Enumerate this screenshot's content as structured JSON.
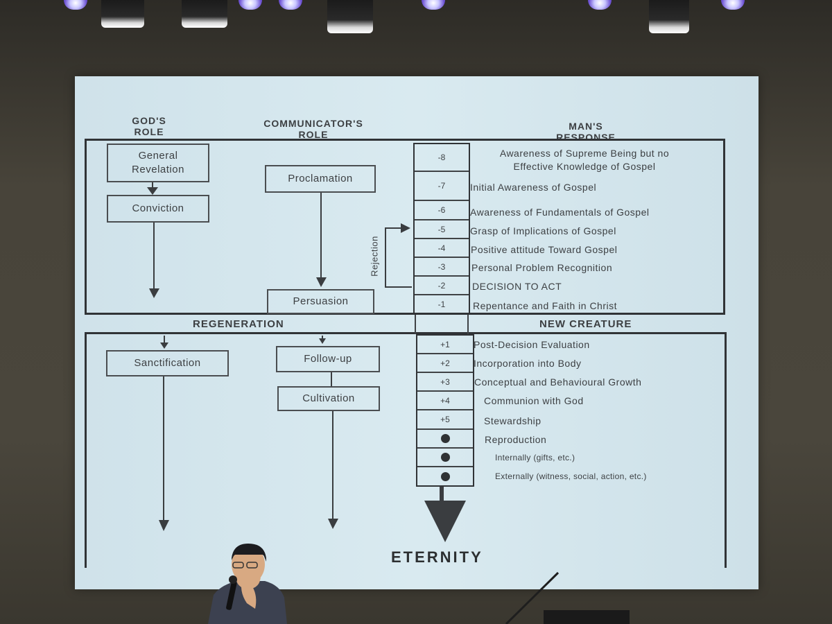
{
  "headers": {
    "gods_role_l1": "GOD'S",
    "gods_role_l2": "ROLE",
    "communicator_l1": "COMMUNICATOR'S",
    "communicator_l2": "ROLE",
    "mans_l1": "MAN'S",
    "mans_l2": "RESPONSE"
  },
  "gods_boxes": {
    "general_revelation_l1": "General",
    "general_revelation_l2": "Revelation",
    "conviction": "Conviction",
    "sanctification": "Sanctification"
  },
  "communicator_boxes": {
    "proclamation": "Proclamation",
    "persuasion": "Persuasion",
    "follow_up": "Follow-up",
    "cultivation": "Cultivation"
  },
  "rejection_label": "Rejection",
  "scale_pre": [
    {
      "num": "-8",
      "text_l1": "Awareness of Supreme Being but no",
      "text_l2": "Effective Knowledge of Gospel"
    },
    {
      "num": "-7",
      "text_l1": "Initial Awareness of Gospel"
    },
    {
      "num": "-6",
      "text_l1": "Awareness of Fundamentals of Gospel"
    },
    {
      "num": "-5",
      "text_l1": "Grasp of Implications of Gospel"
    },
    {
      "num": "-4",
      "text_l1": "Positive attitude Toward Gospel"
    },
    {
      "num": "-3",
      "text_l1": "Personal Problem Recognition"
    },
    {
      "num": "-2",
      "text_l1": "DECISION TO ACT"
    },
    {
      "num": "-1",
      "text_l1": "Repentance and Faith in Christ"
    }
  ],
  "divider": {
    "regeneration": "REGENERATION",
    "new_creature": "NEW CREATURE"
  },
  "scale_post": [
    {
      "num": "+1",
      "text": "Post-Decision Evaluation"
    },
    {
      "num": "+2",
      "text": "Incorporation into Body"
    },
    {
      "num": "+3",
      "text": "Conceptual and Behavioural Growth"
    },
    {
      "num": "+4",
      "text": "Communion with God"
    },
    {
      "num": "+5",
      "text": "Stewardship"
    },
    {
      "num": "",
      "text": "Reproduction"
    },
    {
      "num": "",
      "text": "Internally (gifts, etc.)"
    },
    {
      "num": "",
      "text": "Externally (witness, social, action, etc.)"
    }
  ],
  "footer": {
    "eternity": "ETERNITY"
  },
  "colors": {
    "screen": "#d4e6ed",
    "ink": "#3c3f42",
    "wall": "#48443a"
  },
  "icons": {
    "stage_lights": "spotlight-icon",
    "speaker": "presenter-photo",
    "mic": "microphone-icon"
  }
}
